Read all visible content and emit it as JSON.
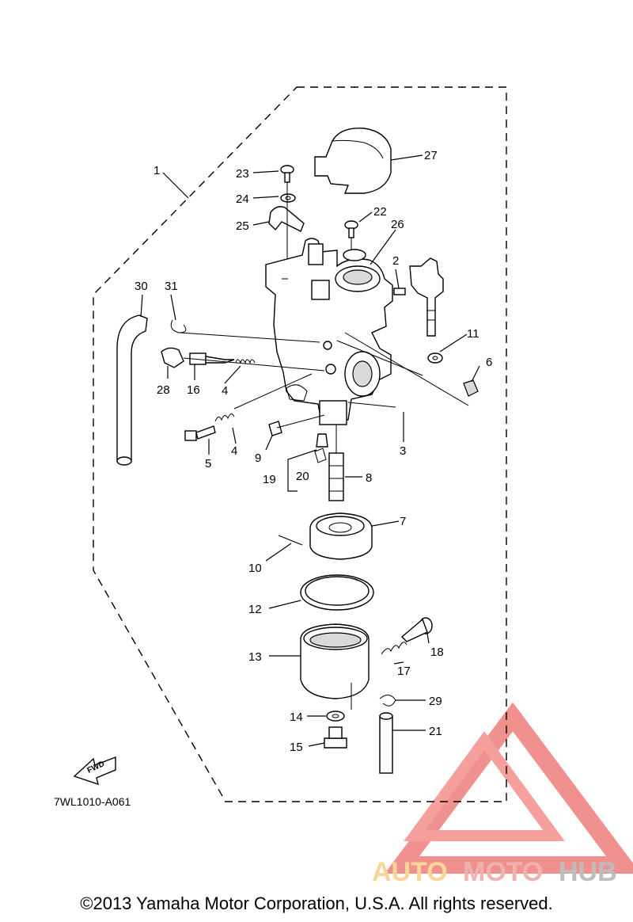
{
  "diagram": {
    "code": "7WL1010-A061",
    "fwd_label": "FWD",
    "copyright": "©2013 Yamaha Motor Corporation, U.S.A. All rights reserved.",
    "watermark": {
      "word_a": "AUTO",
      "word_b": "MOTO",
      "word_c": "HUB"
    },
    "callouts": [
      "1",
      "2",
      "3",
      "4",
      "4",
      "5",
      "6",
      "7",
      "8",
      "9",
      "10",
      "11",
      "12",
      "13",
      "14",
      "15",
      "16",
      "17",
      "18",
      "19",
      "20",
      "21",
      "22",
      "23",
      "24",
      "25",
      "26",
      "27",
      "28",
      "29",
      "30",
      "31"
    ]
  }
}
